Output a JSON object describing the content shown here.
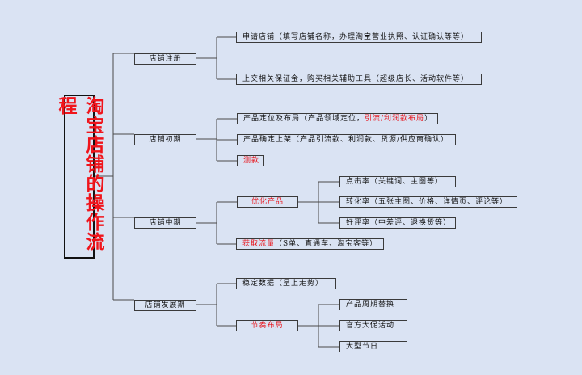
{
  "root": {
    "title": "淘宝店铺的操作流程"
  },
  "stages": [
    {
      "label": "店铺注册",
      "children": [
        {
          "segments": [
            {
              "text": "申请店铺（填写店铺名称，办理淘宝营业执照、认证确认等等）",
              "red": false
            }
          ]
        },
        {
          "segments": [
            {
              "text": "上交相关保证金，购买相关辅助工具（超级店长、活动软件等）",
              "red": false
            }
          ]
        }
      ]
    },
    {
      "label": "店铺初期",
      "children": [
        {
          "segments": [
            {
              "text": "产品定位及布局（产品领域定位，",
              "red": false
            },
            {
              "text": "引流/利润款布局",
              "red": true
            },
            {
              "text": "）",
              "red": false
            }
          ]
        },
        {
          "segments": [
            {
              "text": "产品确定上架（产品引流款、利润款、货源/供应商确认）",
              "red": false
            }
          ]
        },
        {
          "segments": [
            {
              "text": "测款",
              "red": true
            }
          ]
        }
      ]
    },
    {
      "label": "店铺中期",
      "children": [
        {
          "segments": [
            {
              "text": "优化产品",
              "red": true
            }
          ],
          "children": [
            "点击率（关键词、主图等）",
            "转化率（五张主图、价格、详情页、评论等）",
            "好评率（中差评、退换货等）"
          ]
        },
        {
          "segments": [
            {
              "text": "获取流量",
              "red": true
            },
            {
              "text": "（S单、直通车、淘宝客等）",
              "red": false
            }
          ]
        }
      ]
    },
    {
      "label": "店铺发展期",
      "children": [
        {
          "segments": [
            {
              "text": "稳定数据（呈上走势）",
              "red": false
            }
          ]
        },
        {
          "segments": [
            {
              "text": "节奏布局",
              "red": true
            }
          ],
          "children": [
            "产品周期替换",
            "官方大促活动",
            "大型节日"
          ]
        }
      ]
    }
  ]
}
